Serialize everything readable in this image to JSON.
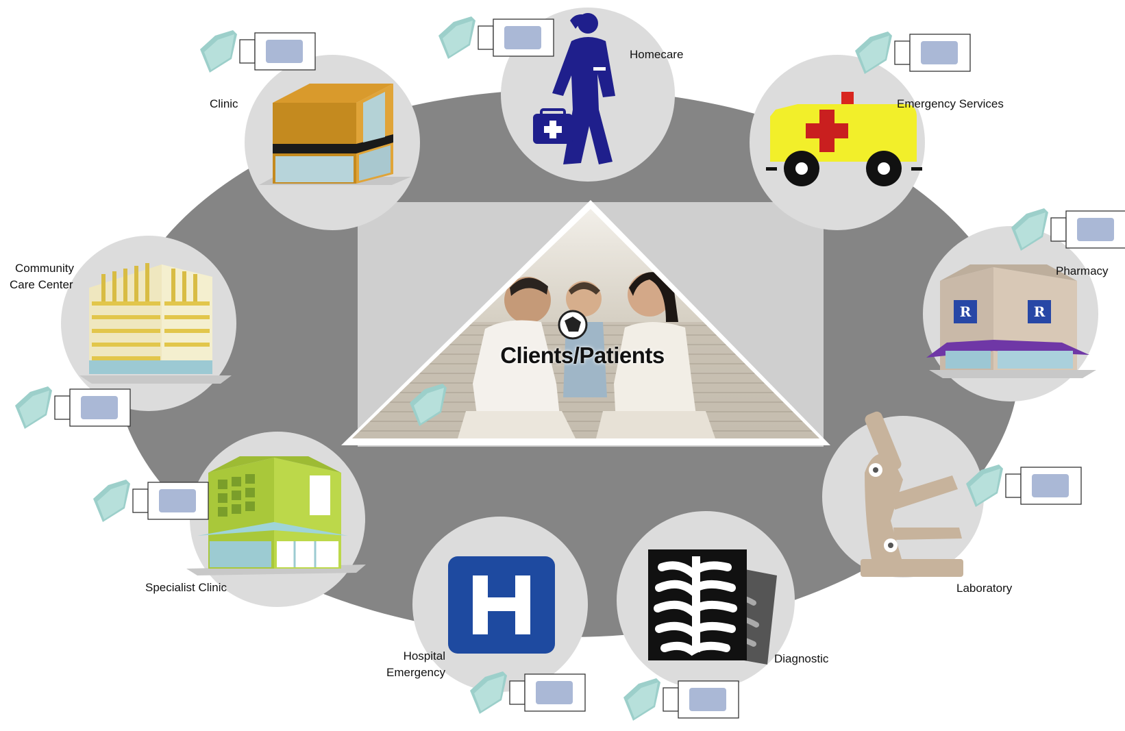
{
  "diagram": {
    "center_label": "Clients/Patients",
    "colors": {
      "ellipse": "#858585",
      "node_circle": "#dcdcdc",
      "inner_panel": "#cfcfcf",
      "folder": "#9ccfca",
      "card_screen": "#aab8d6"
    },
    "nodes": [
      {
        "id": "clinic",
        "label_lines": [
          "Clinic"
        ],
        "icon": "clinic-building-icon"
      },
      {
        "id": "homecare",
        "label_lines": [
          "Homecare"
        ],
        "icon": "nurse-icon"
      },
      {
        "id": "emergency-services",
        "label_lines": [
          "Emergency Services"
        ],
        "icon": "ambulance-icon"
      },
      {
        "id": "pharmacy",
        "label_lines": [
          "Pharmacy"
        ],
        "icon": "pharmacy-building-icon"
      },
      {
        "id": "laboratory",
        "label_lines": [
          "Laboratory"
        ],
        "icon": "microscope-icon"
      },
      {
        "id": "diagnostic",
        "label_lines": [
          "Diagnostic"
        ],
        "icon": "xray-icon"
      },
      {
        "id": "hospital-emergency",
        "label_lines": [
          "Hospital",
          "Emergency"
        ],
        "icon": "hospital-h-icon"
      },
      {
        "id": "specialist-clinic",
        "label_lines": [
          "Specialist Clinic"
        ],
        "icon": "specialist-building-icon"
      },
      {
        "id": "community-care-center",
        "label_lines": [
          "Community",
          "Care Center"
        ],
        "icon": "community-building-icon"
      }
    ]
  }
}
